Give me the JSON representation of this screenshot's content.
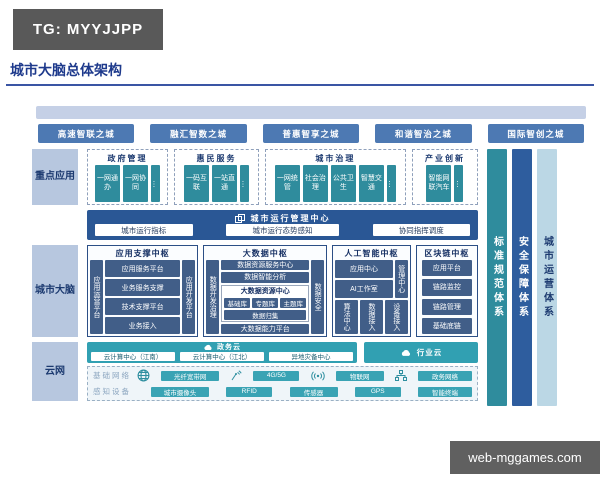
{
  "header": {
    "tg_badge": "TG: MYYJJPP",
    "title": "城市大脑总体架构"
  },
  "watermark": "web-mggames.com",
  "top_cities": [
    "高速智联之城",
    "融汇智数之城",
    "普惠智享之城",
    "和谐智治之城",
    "国际智创之城"
  ],
  "side_labels": {
    "apps": "重点应用",
    "brain": "城市大脑",
    "cloud": "云网"
  },
  "right_pillars": [
    "标准规范体系",
    "安全保障体系",
    "城市运营体系"
  ],
  "apps_band": {
    "gov": {
      "title": "政府管理",
      "items": [
        "一网通办",
        "一网协同",
        "…"
      ]
    },
    "civic": {
      "title": "惠民服务",
      "items": [
        "一码互联",
        "一站直通",
        "…"
      ]
    },
    "governance": {
      "title": "城市治理",
      "items": [
        "一网统管",
        "社会治理",
        "公共卫生",
        "智慧交通",
        "…"
      ]
    },
    "industry": {
      "title": "产业创新",
      "items": [
        "智能网联汽车",
        "…"
      ]
    }
  },
  "mgmt_center": {
    "title": "城市运行管理中心",
    "items": [
      "城市运行指标",
      "城市运行态势感知",
      "协同指挥调度"
    ]
  },
  "hubs": {
    "app_support": {
      "title": "应用支撑中枢",
      "left": "应用运营平台",
      "right": "应用开发平台",
      "rows": [
        "应用服务平台",
        "业务服务支撑",
        "技术支撑平台",
        "业务接入"
      ]
    },
    "big_data": {
      "title": "大数据中枢",
      "left": "数据开发治理",
      "right": "数据安全",
      "rows": [
        "数据资源服务中心",
        "数据智能分析"
      ],
      "resource_center": {
        "title": "大数据资源中心",
        "libs": [
          "基础库",
          "专题库",
          "主题库"
        ],
        "gather": "数据归集"
      },
      "bottom": "大数据能力平台"
    },
    "ai": {
      "title": "人工智能中枢",
      "app_center": "应用中心",
      "studio": "AI工作室",
      "mgmt": "管理中心",
      "bottom": [
        "算法中心",
        "数据接入",
        "设备接入"
      ]
    },
    "blockchain": {
      "title": "区块链中枢",
      "rows": [
        "应用平台",
        "链路监控",
        "链路管理",
        "基础底链"
      ]
    }
  },
  "cloud_band": {
    "gov_cloud": {
      "title": "政务云",
      "items": [
        "云计算中心（江南）",
        "云计算中心（江北）",
        "异地灾备中心"
      ]
    },
    "industry_cloud": "行业云",
    "network_label": "基础网络",
    "devices_label": "感知设备",
    "network_items": [
      "光纤宽带网",
      "4G/5G",
      "物联网",
      "政务网络"
    ],
    "device_items": [
      "城市摄像头",
      "RFID",
      "传感器",
      "GPS",
      "智能终端"
    ]
  },
  "icons": {
    "mgmt_center": "window-icon",
    "gov_cloud": "cloud-icon",
    "industry_cloud": "cloud-icon",
    "network_row": [
      "globe-icon",
      "antenna-icon",
      "broadcast-icon",
      "tree-icon"
    ]
  },
  "colors": {
    "teal": "#2F8C9D",
    "cloud_teal": "#31A0B2",
    "button_blue": "#4D79B3",
    "navy_bar": "#2A5795",
    "slate_box": "#415E88",
    "label_blue": "#B7C7DF",
    "pillar_dark": "#2E5D9E",
    "pillar_light": "#BBD7E5",
    "title_navy": "#1E3A8C"
  }
}
